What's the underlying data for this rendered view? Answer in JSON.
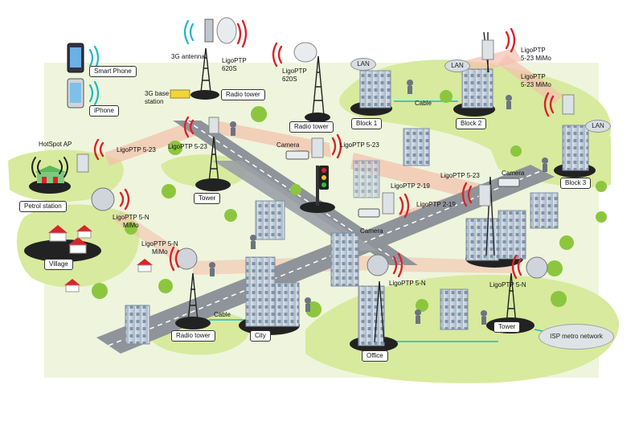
{
  "colors": {
    "land": "#d7ea9a",
    "land_light": "#e4f1c4",
    "road": "#8c9197",
    "road_line": "#ffffff",
    "building": "#c9d3de",
    "building_dark": "#98a7b8",
    "wave_red": "#d8242a",
    "wave_cyan": "#1fb7c5",
    "beam": "#f1b9a6",
    "tree": "#8cc63e",
    "roof_red": "#d8242a"
  },
  "devices": {
    "smart_phone": "Smart Phone",
    "iphone": "iPhone",
    "antenna_3g": "3G antenna",
    "base_station_3g": "3G base\nstation",
    "ligoptp_620s_a": "LigoPTP\n620S",
    "ligoptp_620s_b": "LigoPTP\n620S",
    "hotspot_ap": "HotSpot AP",
    "ligoptp_523_a": "LigoPTP 5-23",
    "ligoptp_523_b": "LigoPTP 5-23",
    "ligoptp_523_c": "LigoPTP 5-23",
    "ligoptp_523_d": "LigoPTP 5-23",
    "ligoptp_523_mimo_a": "LigoPTP\n5-23 MiMo",
    "ligoptp_523_mimo_b": "LigoPTP\n5-23 MiMo",
    "ligoptp_5n_mimo_a": "LigoPTP 5-N\nMiMo",
    "ligoptp_5n_mimo_b": "LigoPTP 5-N\nMiMo",
    "ligoptp_219_a": "LigoPTP 2-19",
    "ligoptp_219_b": "LigoPTP 2-19",
    "ligoptp_5n_a": "LigoPTP 5-N",
    "ligoptp_5n_b": "LigoPTP 5-N",
    "camera_a": "Camera",
    "camera_b": "Camera",
    "camera_c": "Camera",
    "cable_a": "Cable",
    "cable_b": "Cable"
  },
  "places": {
    "radio_tower_a": "Radio tower",
    "radio_tower_b": "Radio tower",
    "radio_tower_c": "Radio tower",
    "block_1": "Block 1",
    "block_2": "Block 2",
    "block_3": "Block 3",
    "lan_a": "LAN",
    "lan_b": "LAN",
    "lan_c": "LAN",
    "petrol_station": "Petrol station",
    "tower_a": "Tower",
    "tower_b": "Tower",
    "village": "Village",
    "city": "City",
    "office": "Office",
    "isp": "ISP metro network"
  }
}
